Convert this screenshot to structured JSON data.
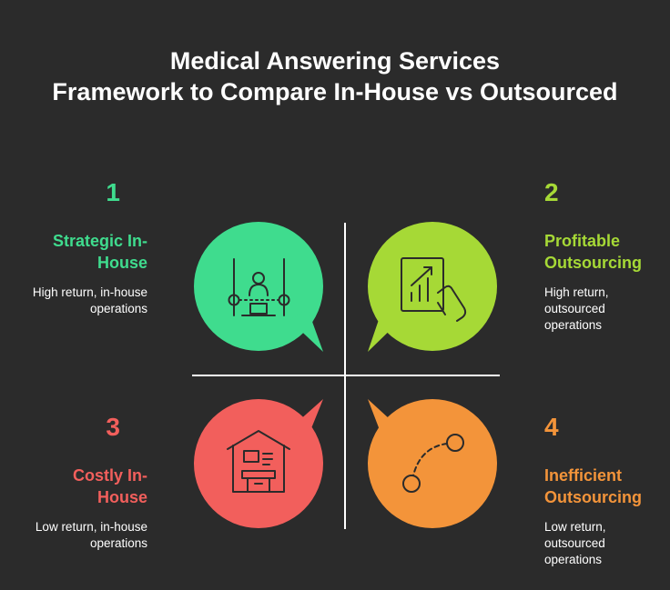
{
  "title": {
    "line1": "Medical Answering Services",
    "line2": "Framework to Compare In-House vs Outsourced"
  },
  "quadrants": [
    {
      "number": "1",
      "title_line1": "Strategic In-",
      "title_line2": "House",
      "desc_line1": "High return, in-house",
      "desc_line2": "operations",
      "desc_line3": "",
      "color": "#3fdc8e",
      "icon": "presenter-at-podium-icon"
    },
    {
      "number": "2",
      "title_line1": "Profitable",
      "title_line2": "Outsourcing",
      "desc_line1": "High return,",
      "desc_line2": "outsourced",
      "desc_line3": "operations",
      "color": "#a6d936",
      "icon": "hand-holding-growth-chart-icon"
    },
    {
      "number": "3",
      "title_line1": "Costly In-",
      "title_line2": "House",
      "desc_line1": "Low return, in-house",
      "desc_line2": "operations",
      "desc_line3": "",
      "color": "#f25f5c",
      "icon": "house-with-desk-icon"
    },
    {
      "number": "4",
      "title_line1": "Inefficient",
      "title_line2": "Outsourcing",
      "desc_line1": "Low return,",
      "desc_line2": "outsourced",
      "desc_line3": "operations",
      "color": "#f3943a",
      "icon": "curved-connection-icon"
    }
  ]
}
